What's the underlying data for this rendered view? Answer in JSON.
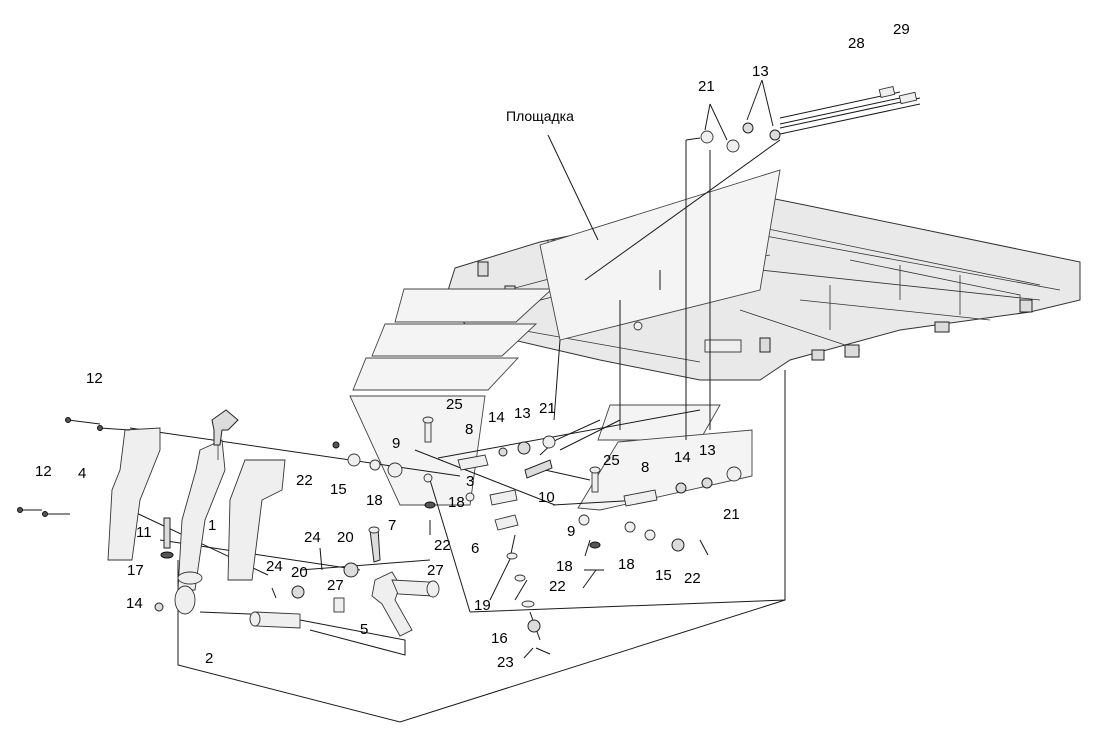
{
  "diagram": {
    "platform_label": "Площадка",
    "callouts": {
      "c1": "1",
      "c2": "2",
      "c3": "3",
      "c4": "4",
      "c5": "5",
      "c6": "6",
      "c7": "7",
      "c8a": "8",
      "c8b": "8",
      "c9a": "9",
      "c9b": "9",
      "c10": "10",
      "c11": "11",
      "c12a": "12",
      "c12b": "12",
      "c13a": "13",
      "c13b": "13",
      "c13c": "13",
      "c14a": "14",
      "c14b": "14",
      "c14c": "14",
      "c15a": "15",
      "c15b": "15",
      "c16": "16",
      "c17": "17",
      "c18a": "18",
      "c18b": "18",
      "c18c": "18",
      "c18d": "18",
      "c19": "19",
      "c20a": "20",
      "c20b": "20",
      "c21a": "21",
      "c21b": "21",
      "c21c": "21",
      "c22a": "22",
      "c22b": "22",
      "c22c": "22",
      "c22d": "22",
      "c23": "23",
      "c24a": "24",
      "c24b": "24",
      "c25a": "25",
      "c25b": "25",
      "c27a": "27",
      "c27b": "27",
      "c28": "28",
      "c29": "29"
    }
  }
}
